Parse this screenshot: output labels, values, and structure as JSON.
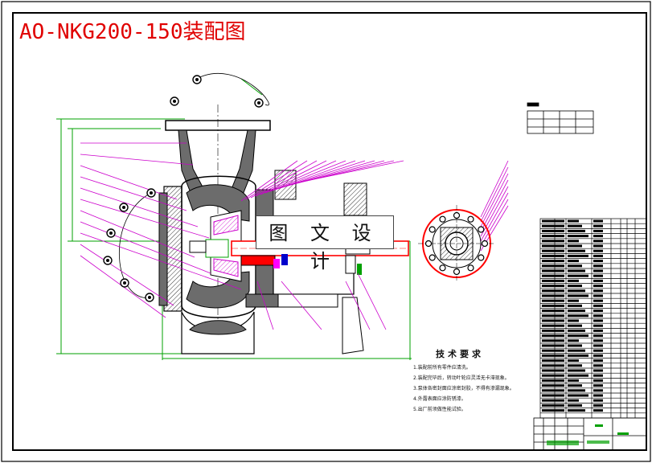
{
  "drawing": {
    "title": "AO-NKG200-150装配图",
    "watermark": "图 文 设 计",
    "technical_requirements_title": "技术要求",
    "technical_requirements": [
      "1.装配前所有零件应清洗。",
      "2.装配完毕后，转动叶轮应灵活无卡滞现象。",
      "3.泵体各密封面应涂密封胶，不得有渗漏现象。",
      "4.外露表面应涂防锈漆。",
      "5.出厂前须做性能试验。"
    ]
  },
  "colors": {
    "border": "#000000",
    "title_red": "#e00000",
    "leader_magenta": "#cc00cc",
    "section_green": "#00a000",
    "casing_gray": "#6c6c6c",
    "shaft_red": "#ff0000"
  }
}
